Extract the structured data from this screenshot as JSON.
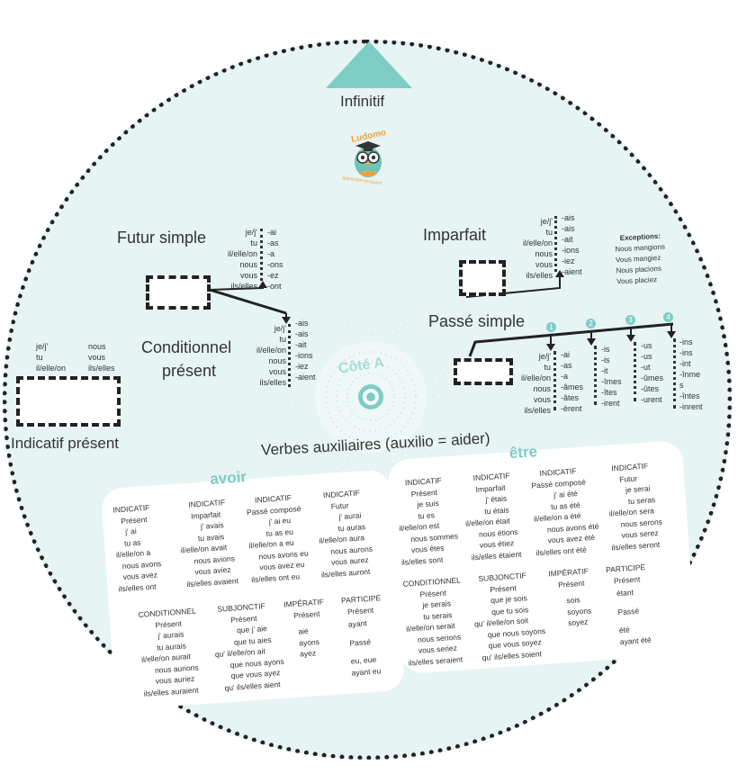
{
  "infinitif_label": "Infinitif",
  "logo": {
    "name": "Ludomo",
    "tagline": "apprendre en jouant"
  },
  "cote_label": "Côté A",
  "futur": {
    "title": "Futur simple",
    "pronouns": [
      "je/j'",
      "tu",
      "il/elle/on",
      "nous",
      "vous",
      "ils/elles"
    ],
    "endings": [
      "-ai",
      "-as",
      "-a",
      "-ons",
      "-ez",
      "-ont"
    ]
  },
  "conditionnel": {
    "title_line1": "Conditionnel",
    "title_line2": "présent",
    "pronouns": [
      "je/j'",
      "tu",
      "il/elle/on",
      "nous",
      "vous",
      "ils/elles"
    ],
    "endings": [
      "-ais",
      "-ais",
      "-ait",
      "-ions",
      "-iez",
      "-aient"
    ]
  },
  "imparfait": {
    "title": "Imparfait",
    "pronouns": [
      "je/j'",
      "tu",
      "il/elle/on",
      "nous",
      "vous",
      "ils/elles"
    ],
    "endings": [
      "-ais",
      "-ais",
      "-ait",
      "-ions",
      "-iez",
      "-aient"
    ],
    "exceptions_title": "Exceptions:",
    "exceptions": [
      "Nous mangions",
      "Vous mangiez",
      "Nous placions",
      "Vous placiez"
    ]
  },
  "passe_simple": {
    "title": "Passé simple",
    "pronouns": [
      "je/j'",
      "tu",
      "il/elle/on",
      "nous",
      "vous",
      "ils/elles"
    ],
    "groups": [
      {
        "num": "1",
        "endings": [
          "-ai",
          "-as",
          "-a",
          "-âmes",
          "-âtes",
          "-èrent"
        ]
      },
      {
        "num": "2",
        "endings": [
          "-is",
          "-is",
          "-it",
          "-îmes",
          "-îtes",
          "-irent"
        ]
      },
      {
        "num": "3",
        "endings": [
          "-us",
          "-us",
          "-ut",
          "-ûmes",
          "-ûtes",
          "-urent"
        ]
      },
      {
        "num": "4",
        "endings": [
          "-ins",
          "-ins",
          "-int",
          "-înme",
          "s",
          "-întes",
          "-inrent"
        ]
      }
    ]
  },
  "indicatif_present": {
    "title": "Indicatif présent",
    "pronouns_left": [
      "je/j'",
      "tu",
      "il/elle/on"
    ],
    "pronouns_right": [
      "nous",
      "vous",
      "ils/elles"
    ]
  },
  "auxiliaires_title": "Verbes auxiliaires (auxilio = aider)",
  "avoir": {
    "title": "avoir",
    "top": [
      {
        "h1": "INDICATIF",
        "h2": "Présent",
        "lines": [
          "j' ai",
          "tu as",
          "il/elle/on a",
          "nous avons",
          "vous avez",
          "ils/elles ont"
        ]
      },
      {
        "h1": "INDICATIF",
        "h2": "Imparfait",
        "lines": [
          "j' avais",
          "tu avais",
          "il/elle/on avait",
          "nous avions",
          "vous aviez",
          "ils/elles avaient"
        ]
      },
      {
        "h1": "INDICATIF",
        "h2": "Passé composé",
        "lines": [
          "j' ai eu",
          "tu as eu",
          "il/elle/on a eu",
          "nous avons eu",
          "vous avez eu",
          "ils/elles ont eu"
        ]
      },
      {
        "h1": "INDICATIF",
        "h2": "Futur",
        "lines": [
          "j' aurai",
          "tu auras",
          "il/elle/on aura",
          "nous aurons",
          "vous aurez",
          "ils/elles auront"
        ]
      }
    ],
    "bottom": [
      {
        "h1": "CONDITIONNEL",
        "h2": "Présent",
        "lines": [
          "j' aurais",
          "tu aurais",
          "il/elle/on aurait",
          "nous aurions",
          "vous auriez",
          "ils/elles auraient"
        ]
      },
      {
        "h1": "SUBJONCTIF",
        "h2": "Présent",
        "lines": [
          "que j' aie",
          "que tu aies",
          "qu' il/elle/on ait",
          "que nous ayons",
          "que vous ayez",
          "qu' ils/elles aient"
        ]
      },
      {
        "h1": "IMPÉRATIF",
        "h2": "Présent",
        "lines": [
          "aie",
          "ayons",
          "ayez"
        ]
      },
      {
        "h1": "PARTICIPE",
        "h2": "Présent",
        "lines": [
          "ayant",
          "Passé",
          "eu, eue",
          "ayant eu"
        ]
      }
    ]
  },
  "etre": {
    "title": "être",
    "top": [
      {
        "h1": "INDICATIF",
        "h2": "Présent",
        "lines": [
          "je suis",
          "tu es",
          "il/elle/on est",
          "nous sommes",
          "vous êtes",
          "ils/elles sont"
        ]
      },
      {
        "h1": "INDICATIF",
        "h2": "Imparfait",
        "lines": [
          "j' étais",
          "tu étais",
          "il/elle/on était",
          "nous étions",
          "vous étiez",
          "ils/elles étaient"
        ]
      },
      {
        "h1": "INDICATIF",
        "h2": "Passé composé",
        "lines": [
          "j' ai été",
          "tu as été",
          "il/elle/on a été",
          "nous avons été",
          "vous avez été",
          "ils/elles ont été"
        ]
      },
      {
        "h1": "INDICATIF",
        "h2": "Futur",
        "lines": [
          "je serai",
          "tu seras",
          "il/elle/on sera",
          "nous serons",
          "vous serez",
          "ils/elles seront"
        ]
      }
    ],
    "bottom": [
      {
        "h1": "CONDITIONNEL",
        "h2": "Présent",
        "lines": [
          "je serais",
          "tu serais",
          "il/elle/on serait",
          "nous serions",
          "vous seriez",
          "ils/elles seraient"
        ]
      },
      {
        "h1": "SUBJONCTIF",
        "h2": "Présent",
        "lines": [
          "que je sois",
          "que tu sois",
          "qu' il/elle/on soit",
          "que nous soyons",
          "que vous soyez",
          "qu' ils/elles soient"
        ]
      },
      {
        "h1": "IMPÉRATIF",
        "h2": "Présent",
        "lines": [
          "sois",
          "soyons",
          "soyez"
        ]
      },
      {
        "h1": "PARTICIPE",
        "h2": "Présent",
        "lines": [
          "étant",
          "Passé",
          "été",
          "ayant été"
        ]
      }
    ]
  },
  "colors": {
    "teal": "#7ecdc4",
    "background": "#e6f4f3",
    "border": "#222222"
  }
}
